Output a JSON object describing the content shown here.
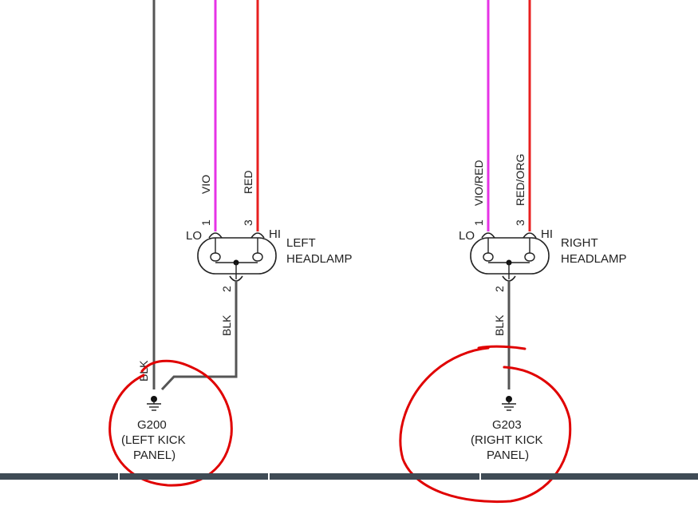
{
  "colors": {
    "wire_black": "#555555",
    "wire_violet": "#e633e6",
    "wire_red": "#e82020",
    "annotation_red": "#e00000",
    "footer_bar": "#3f4b55",
    "text": "#222222"
  },
  "left_headlamp": {
    "name_line1": "LEFT",
    "name_line2": "HEADLAMP",
    "lo_label": "LO",
    "hi_label": "HI",
    "pin_lo": "1",
    "pin_hi": "3",
    "pin_ground": "2",
    "wire_lo_color": "VIO",
    "wire_hi_color": "RED",
    "wire_ground_color": "BLK"
  },
  "right_headlamp": {
    "name_line1": "RIGHT",
    "name_line2": "HEADLAMP",
    "lo_label": "LO",
    "hi_label": "HI",
    "pin_lo": "1",
    "pin_hi": "3",
    "pin_ground": "2",
    "wire_lo_color": "VIO/RED",
    "wire_hi_color": "RED/ORG",
    "wire_ground_color": "BLK"
  },
  "ground_left": {
    "id": "G200",
    "desc_line1": "(LEFT KICK",
    "desc_line2": "PANEL)",
    "feed_wire_color": "BLK"
  },
  "ground_right": {
    "id": "G203",
    "desc_line1": "(RIGHT KICK",
    "desc_line2": "PANEL)"
  },
  "icons": [
    "ground-symbol-icon",
    "headlamp-bulb-icon",
    "connector-terminal-icon"
  ]
}
